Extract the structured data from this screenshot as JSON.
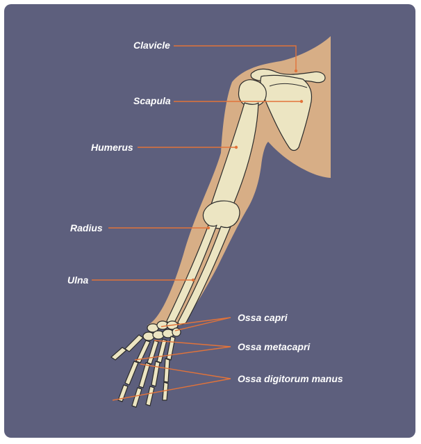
{
  "colors": {
    "background": "#5d5f7d",
    "body": "#d7ae86",
    "bone": "#ece5c2",
    "bone_outline": "#2a2a2a",
    "leader": "#e2733a"
  },
  "labels": {
    "clavicle": "Clavicle",
    "scapula": "Scapula",
    "humerus": "Humerus",
    "radius": "Radius",
    "ulna": "Ulna",
    "ossa_carpi": "Ossa capri",
    "ossa_metacarpi": "Ossa metacapri",
    "ossa_digitorum": "Ossa digitorum manus"
  }
}
